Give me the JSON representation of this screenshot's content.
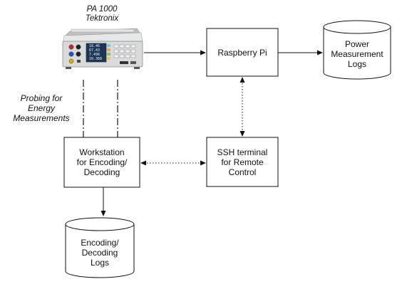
{
  "instrument": {
    "model": "PA 1000",
    "brand": "Tektronix",
    "screen_values": [
      "18.46",
      "67.43",
      "7.496",
      "10.368"
    ]
  },
  "probe_label": [
    "Probing for",
    "Energy",
    "Measurements"
  ],
  "nodes": {
    "raspberry_pi": "Raspberry Pi",
    "power_logs": [
      "Power",
      "Measurement",
      "Logs"
    ],
    "workstation": [
      "Workstation",
      "for Encoding/",
      "Decoding"
    ],
    "ssh_terminal": [
      "SSH terminal",
      "for Remote",
      "Control"
    ],
    "encoding_logs": [
      "Encoding/",
      "Decoding",
      "Logs"
    ]
  },
  "colors": {
    "line": "#111111",
    "instrument_body": "#d9dadb",
    "instrument_screen": "#1d3557",
    "terminal_red": "#c62828",
    "terminal_black": "#222222",
    "terminal_blue": "#1e56c8",
    "terminal_yellow": "#e0b000"
  }
}
